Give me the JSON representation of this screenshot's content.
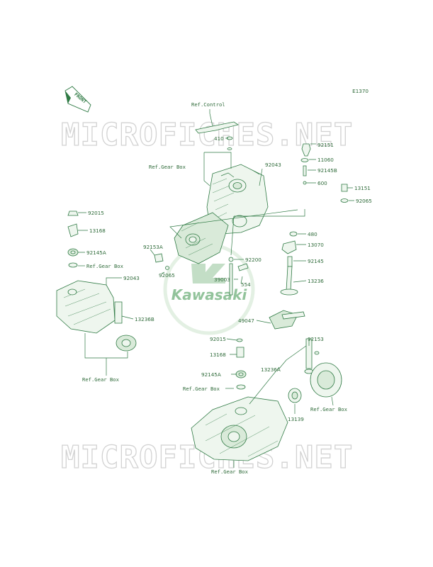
{
  "diagram_code": "E1370",
  "front_label": "FRONT",
  "watermark_text": "MICROFICHES.NET",
  "logo_text": "Kawasaki",
  "colors": {
    "line": "#2f7a44",
    "text": "#2f6b3a",
    "watermark": "#d2d2d2",
    "logo": "#3a9a4a"
  },
  "labels": {
    "ref_control": "Ref.Control",
    "n410": "410",
    "n92151": "92151",
    "ref_gear_box_1": "Ref.Gear Box",
    "n92043_a": "92043",
    "n11060": "11060",
    "n92145B": "92145B",
    "n600": "600",
    "n13151": "13151",
    "n92065_a": "92065",
    "n92015_a": "92015",
    "n13168_a": "13168",
    "n92145A_a": "92145A",
    "ref_gear_box_2": "Ref.Gear Box",
    "n92043_b": "92043",
    "n92153A": "92153A",
    "n92065_b": "92065",
    "n480": "480",
    "n13070": "13070",
    "n92200": "92200",
    "n92145": "92145",
    "n39003": "39003",
    "n554": "554",
    "n13236": "13236",
    "n13236B": "13236B",
    "n49047": "49047",
    "n92015_b": "92015",
    "n92153": "92153",
    "n13168_b": "13168",
    "n13236A": "13236A",
    "n92145A_b": "92145A",
    "ref_gear_box_3": "Ref.Gear Box",
    "ref_gear_box_4": "Ref.Gear Box",
    "n13139": "13139",
    "ref_gear_box_5": "Ref.Gear Box",
    "ref_gear_box_6": "Ref.Gear Box"
  }
}
